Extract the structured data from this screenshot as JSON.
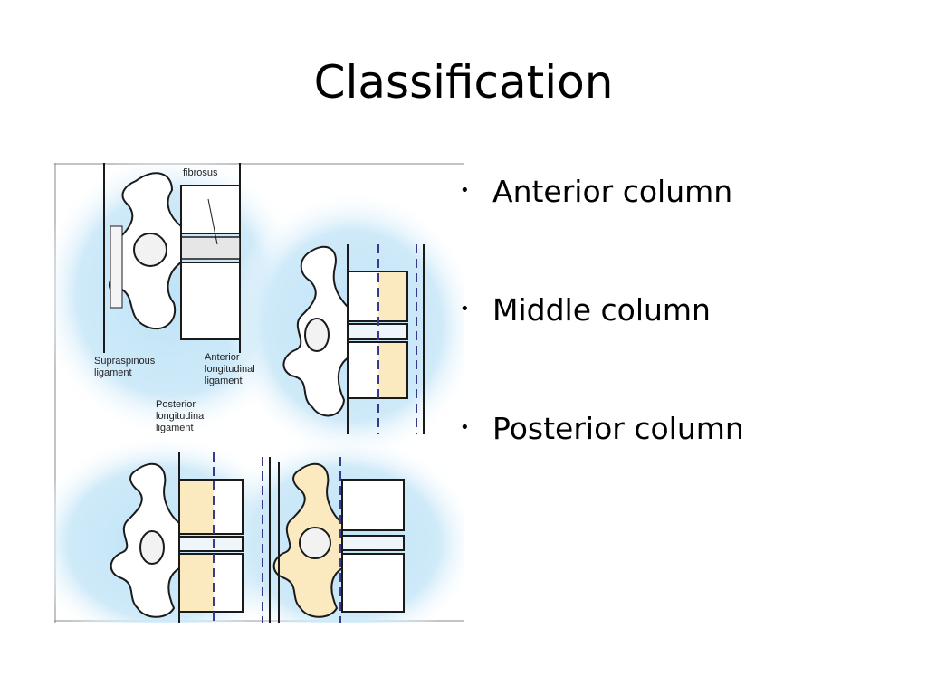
{
  "slide": {
    "title": "Classification",
    "bullets": [
      "Anterior column",
      "Middle column",
      "Posterior column"
    ]
  },
  "figure": {
    "labels": {
      "fibrosus": "fibrosus",
      "supraspinous_1": "Supraspinous",
      "supraspinous_2": "ligament",
      "anterior_1": "Anterior",
      "anterior_2": "longitudinal",
      "anterior_3": "ligament",
      "posterior_1": "Posterior",
      "posterior_2": "longitudinal",
      "posterior_3": "ligament"
    }
  },
  "colors": {
    "halo": "#bfe3f7",
    "highlight": "#fbe9c0",
    "outline": "#1a1a1a",
    "dashed": "#3a3a8c"
  }
}
